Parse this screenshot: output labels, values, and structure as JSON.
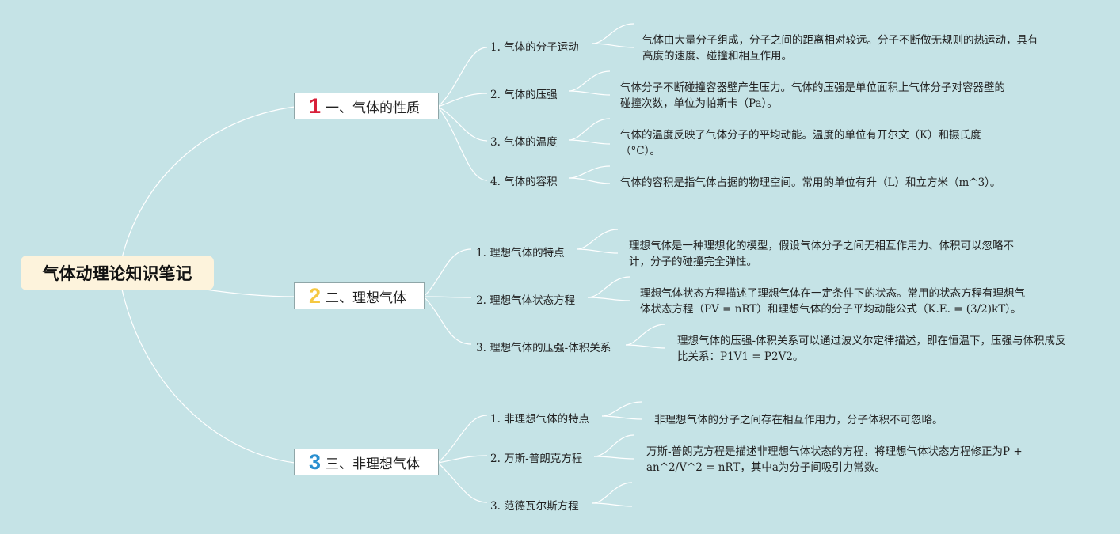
{
  "root": {
    "title": "气体动理论知识笔记"
  },
  "branches": [
    {
      "number": "1",
      "number_color": "#d8203a",
      "label": "一、气体的性质",
      "items": [
        {
          "label": "1. 气体的分子运动",
          "desc": "气体由大量分子组成，分子之间的距离相对较远。分子不断做无规则的热运动，具有高度的速度、碰撞和相互作用。"
        },
        {
          "label": "2. 气体的压强",
          "desc": "气体分子不断碰撞容器壁产生压力。气体的压强是单位面积上气体分子对容器壁的碰撞次数，单位为帕斯卡（Pa）。"
        },
        {
          "label": "3. 气体的温度",
          "desc": "气体的温度反映了气体分子的平均动能。温度的单位有开尔文（K）和摄氏度（°C）。"
        },
        {
          "label": "4. 气体的容积",
          "desc": "气体的容积是指气体占据的物理空间。常用的单位有升（L）和立方米（m^3）。"
        }
      ]
    },
    {
      "number": "2",
      "number_color": "#f5c842",
      "label": "二、理想气体",
      "items": [
        {
          "label": "1. 理想气体的特点",
          "desc": "理想气体是一种理想化的模型，假设气体分子之间无相互作用力、体积可以忽略不计，分子的碰撞完全弹性。"
        },
        {
          "label": "2. 理想气体状态方程",
          "desc": "理想气体状态方程描述了理想气体在一定条件下的状态。常用的状态方程有理想气体状态方程（PV = nRT）和理想气体的分子平均动能公式（K.E. = (3/2)kT）。"
        },
        {
          "label": "3. 理想气体的压强-体积关系",
          "desc": "理想气体的压强-体积关系可以通过波义尔定律描述，即在恒温下，压强与体积成反比关系：P1V1 = P2V2。"
        }
      ]
    },
    {
      "number": "3",
      "number_color": "#2a8fd0",
      "label": "三、非理想气体",
      "items": [
        {
          "label": "1. 非理想气体的特点",
          "desc": "非理想气体的分子之间存在相互作用力，分子体积不可忽略。"
        },
        {
          "label": "2. 万斯-普朗克方程",
          "desc": "万斯-普朗克方程是描述非理想气体状态的方程，将理想气体状态方程修正为P + an^2/V^2 = nRT，其中a为分子间吸引力常数。"
        },
        {
          "label": "3. 范德瓦尔斯方程",
          "desc": ""
        }
      ]
    }
  ]
}
